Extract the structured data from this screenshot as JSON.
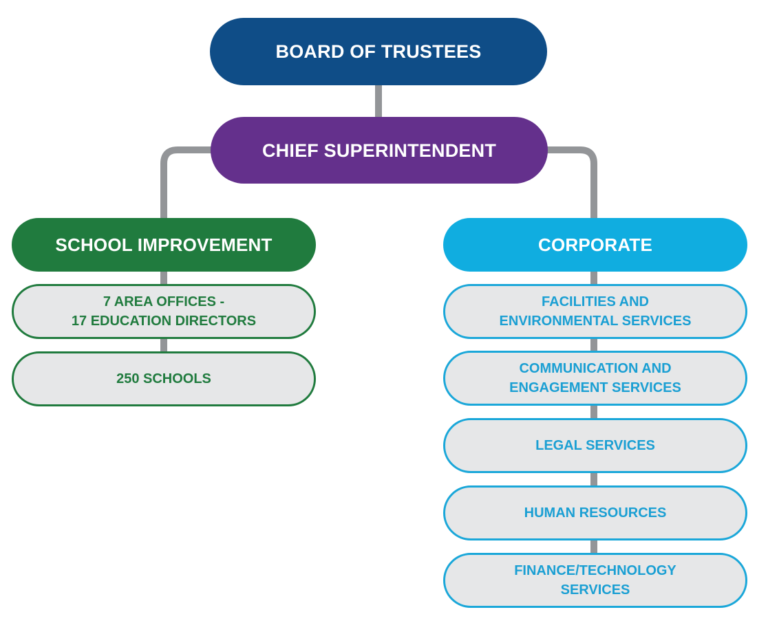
{
  "board": {
    "label": "BOARD OF TRUSTEES",
    "color": "#0f4d87"
  },
  "chief": {
    "label": "CHIEF SUPERINTENDENT",
    "color": "#64308c"
  },
  "school_improvement": {
    "label": "SCHOOL IMPROVEMENT",
    "color": "#207b3e",
    "items": [
      {
        "line1": "7 AREA OFFICES -",
        "line2": "17 EDUCATION DIRECTORS"
      },
      {
        "line1": "250 SCHOOLS",
        "line2": ""
      }
    ]
  },
  "corporate": {
    "label": "CORPORATE",
    "color": "#10ade0",
    "items": [
      {
        "line1": "FACILITIES AND",
        "line2": "ENVIRONMENTAL SERVICES"
      },
      {
        "line1": "COMMUNICATION AND",
        "line2": "ENGAGEMENT SERVICES"
      },
      {
        "line1": "LEGAL SERVICES",
        "line2": ""
      },
      {
        "line1": "HUMAN RESOURCES",
        "line2": ""
      },
      {
        "line1": "FINANCE/TECHNOLOGY",
        "line2": "SERVICES"
      }
    ]
  },
  "connector_color": "#939598",
  "sub_fill": "#e6e7e8"
}
